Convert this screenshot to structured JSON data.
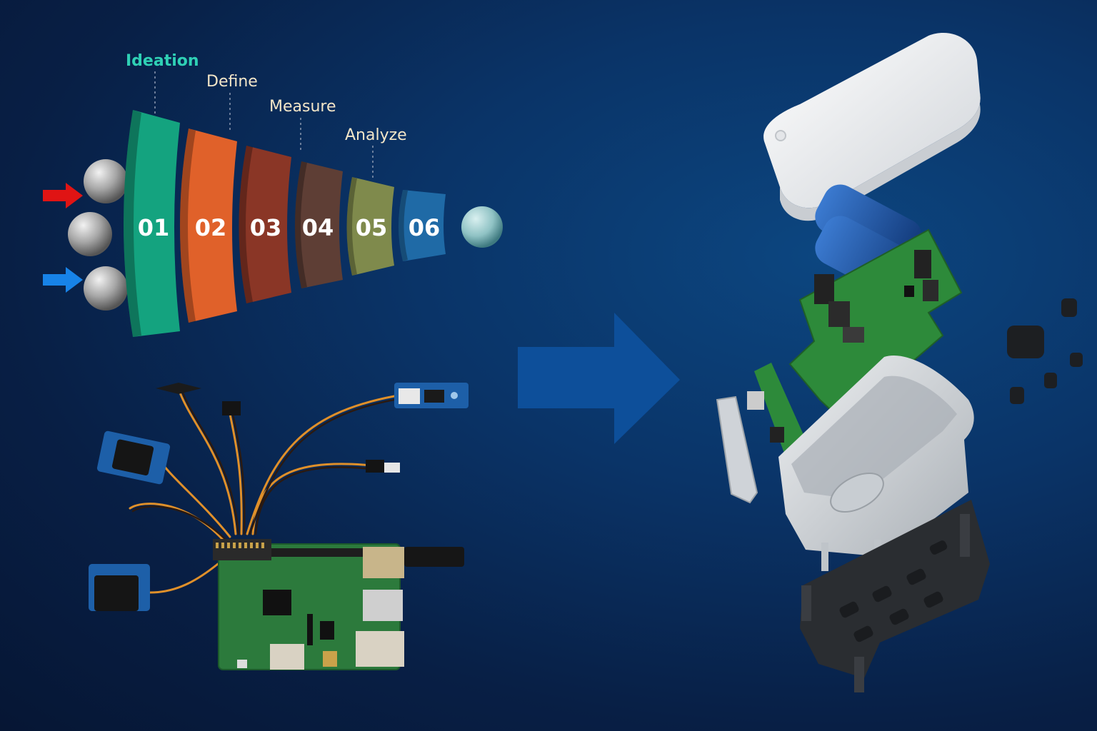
{
  "process": {
    "stages": [
      {
        "label": "Ideation",
        "number": "01",
        "color": "#14a37f",
        "label_color": "#2fd0b5"
      },
      {
        "label": "Define",
        "number": "02",
        "color": "#e0612a",
        "label_color": "#f3e6c8"
      },
      {
        "label": "Measure",
        "number": "03",
        "color": "#8a3626",
        "label_color": "#f3e6c8"
      },
      {
        "label": "Analyze",
        "number": "04",
        "color": "#5e3e35",
        "label_color": "#f3e6c8"
      },
      {
        "label": "",
        "number": "05",
        "color": "#7f8a4c",
        "label_color": "#f3e6c8"
      },
      {
        "label": "",
        "number": "06",
        "color": "#1f6aa6",
        "label_color": "#f3e6c8"
      }
    ],
    "input_arrow_colors": [
      "#e01414",
      "#1783e8"
    ],
    "output_sphere_color": "#8fc2c4"
  },
  "transition_arrow": {
    "color": "#0d4f9a"
  },
  "prototype": {
    "board_color": "#2c7a3c",
    "sensor_color": "#1d5fa8"
  },
  "product": {
    "lid_color": "#f4f5f7",
    "pcb_color": "#2d8a3a",
    "battery_color": "#1d4f9c",
    "enclosure_color": "#d6dadd",
    "bracket_color": "#2a2d31"
  }
}
